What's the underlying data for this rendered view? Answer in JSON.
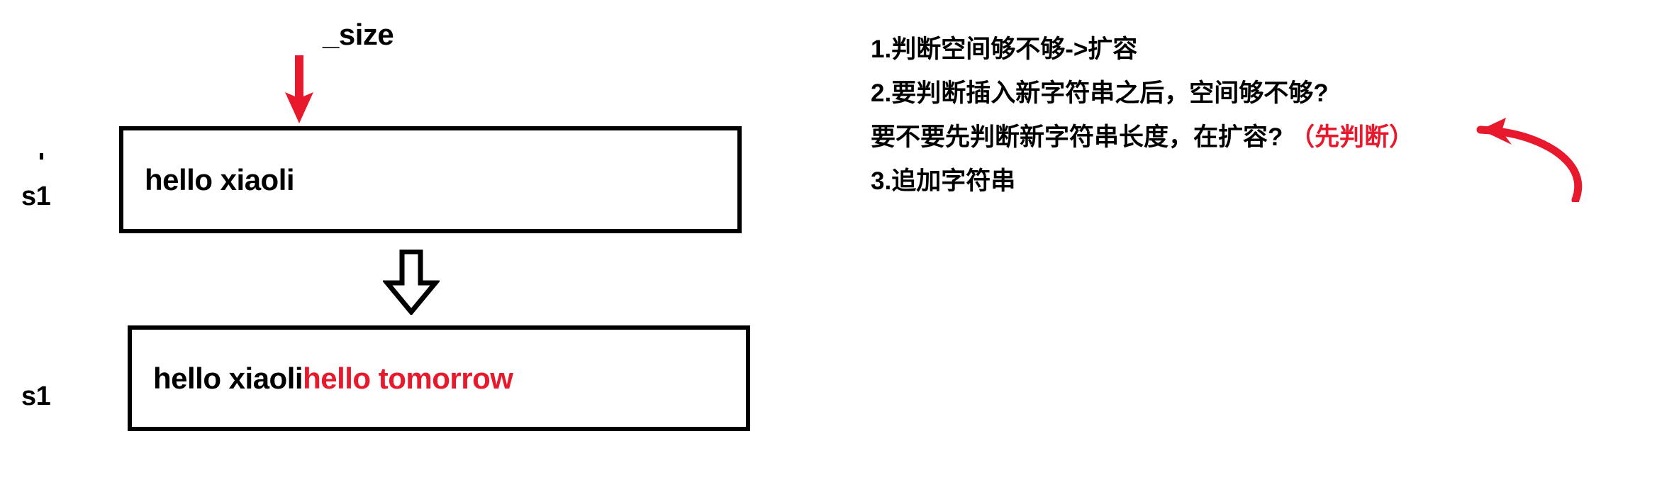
{
  "diagram": {
    "title_free_text": "_size",
    "pointer_icon": "red-down-arrow-icon",
    "transform_icon": "hollow-down-arrow-icon",
    "colors": {
      "ink": "#000000",
      "accent_red": "#e8192c",
      "background": "#ffffff"
    },
    "boxes": [
      {
        "variable_label": "s1",
        "pointer_label": "_size",
        "content_existing": "hello xiaoli",
        "content_appended": ""
      },
      {
        "variable_label": "s1",
        "pointer_label": "",
        "content_existing": "hello xiaoli",
        "content_appended": "hello tomorrow"
      }
    ]
  },
  "notes": {
    "lines": [
      {
        "text": "1.判断空间够不够->扩容",
        "emphasis": ""
      },
      {
        "text": "2.要判断插入新字符串之后，空间够不够?",
        "emphasis": ""
      },
      {
        "text": "要不要先判断新字符串长度，在扩容?",
        "emphasis": "（先判断）"
      },
      {
        "text": "3.追加字符串",
        "emphasis": ""
      }
    ],
    "annotation_icon": "red-curved-arrow-icon"
  }
}
